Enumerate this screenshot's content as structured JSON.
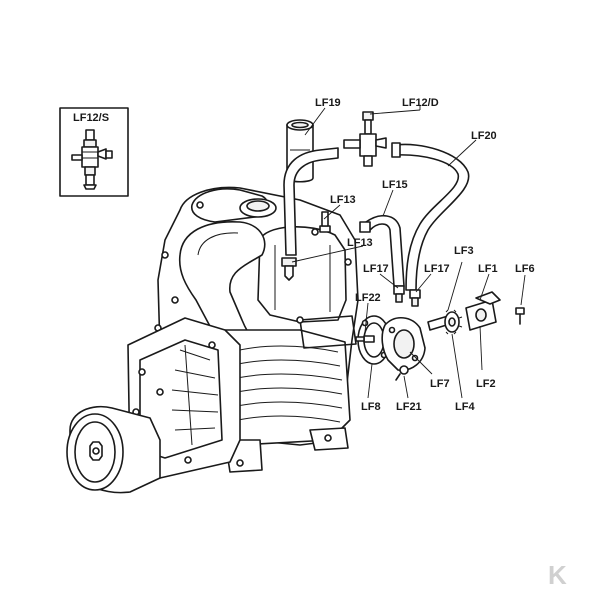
{
  "diagram": {
    "inset_label": "LF12/S",
    "labels": {
      "lf19": "LF19",
      "lf12d": "LF12/D",
      "lf20": "LF20",
      "lf15": "LF15",
      "lf13a": "LF13",
      "lf13b": "LF13",
      "lf3": "LF3",
      "lf17a": "LF17",
      "lf17b": "LF17",
      "lf1": "LF1",
      "lf6": "LF6",
      "lf22": "LF22",
      "lf7": "LF7",
      "lf2": "LF2",
      "lf8": "LF8",
      "lf21": "LF21",
      "lf4": "LF4"
    },
    "watermark": "K",
    "colors": {
      "line": "#1a1a1a",
      "background": "#ffffff",
      "watermark": "#d0d0d0"
    }
  }
}
